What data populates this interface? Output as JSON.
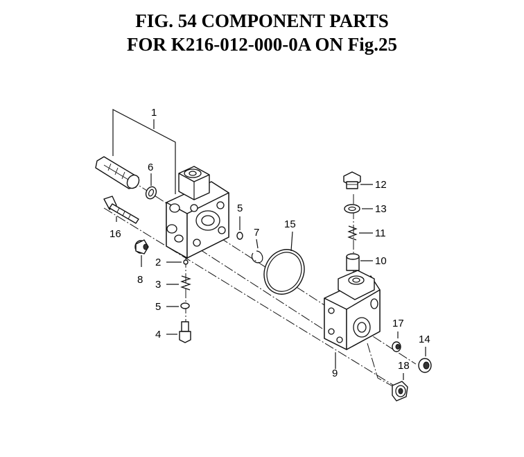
{
  "title": {
    "line1": "FIG. 54  COMPONENT PARTS",
    "line2": "FOR K216-012-000-0A ON Fig.25"
  },
  "callouts": {
    "c1": "1",
    "c2": "2",
    "c3": "3",
    "c4": "4",
    "c5a": "5",
    "c5b": "5",
    "c6": "6",
    "c7": "7",
    "c8": "8",
    "c9": "9",
    "c10": "10",
    "c11": "11",
    "c12": "12",
    "c13": "13",
    "c14": "14",
    "c15": "15",
    "c16": "16",
    "c17": "17",
    "c18": "18"
  }
}
